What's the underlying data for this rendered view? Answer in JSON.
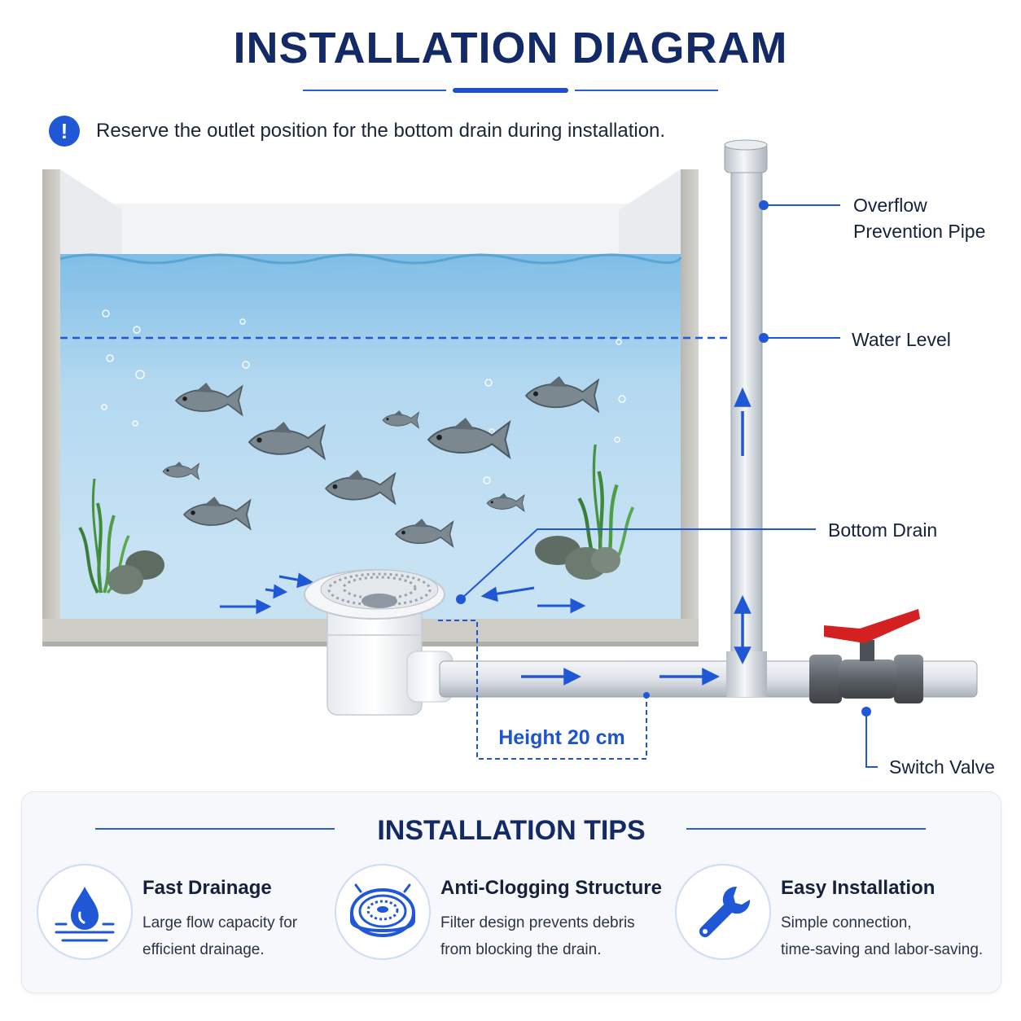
{
  "title": "INSTALLATION DIAGRAM",
  "notice": "Reserve the outlet position for the bottom drain during installation.",
  "notice_badge": "!",
  "labels": {
    "overflow_line1": "Overflow",
    "overflow_line2": "Prevention Pipe",
    "water_level": "Water Level",
    "bottom_drain": "Bottom Drain",
    "switch_valve": "Switch Valve",
    "height": "Height 20 cm"
  },
  "tips": {
    "title": "INSTALLATION TIPS",
    "items": [
      {
        "icon": "water-drop-icon",
        "heading": "Fast Drainage",
        "line1": "Large flow capacity for",
        "line2": "efficient drainage."
      },
      {
        "icon": "filter-grate-icon",
        "heading": "Anti-Clogging Structure",
        "line1": "Filter design prevents debris",
        "line2": "from blocking the drain."
      },
      {
        "icon": "wrench-icon",
        "heading": "Easy Installation",
        "line1": "Simple connection,",
        "line2": "time-saving and labor-saving."
      }
    ]
  },
  "colors": {
    "navy": "#142a66",
    "accent": "#1f57d6",
    "water": "#a9d2ec",
    "valve_handle": "#d42020"
  }
}
